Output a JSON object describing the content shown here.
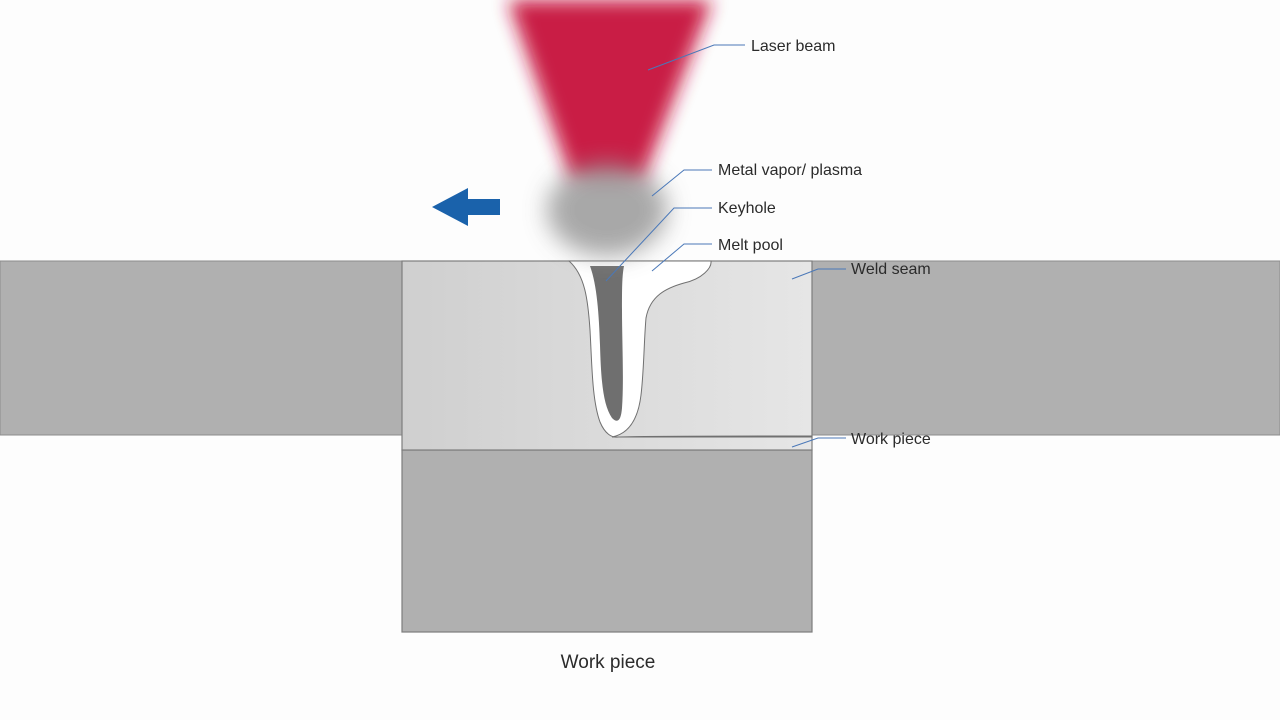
{
  "labels": {
    "laser_beam": "Laser beam",
    "metal_vapor_plasma": "Metal vapor/ plasma",
    "keyhole": "Keyhole",
    "melt_pool": "Melt pool",
    "weld_seam": "Weld seam",
    "work_piece_right": "Work piece",
    "work_piece_bottom": "Work piece"
  },
  "colors": {
    "laser": "#c8123f",
    "plasma": "#9a9a9a",
    "arrow": "#1a62ab",
    "workpiece": "#b0b0b0",
    "weld_seam": "#d4d4d4",
    "weld_seam_light": "#e4e4e4",
    "keyhole": "#6f6f6f",
    "melt_pool": "#ffffff",
    "leader": "#4a78b8"
  },
  "icons": {
    "direction_arrow": "left-arrow-icon"
  }
}
